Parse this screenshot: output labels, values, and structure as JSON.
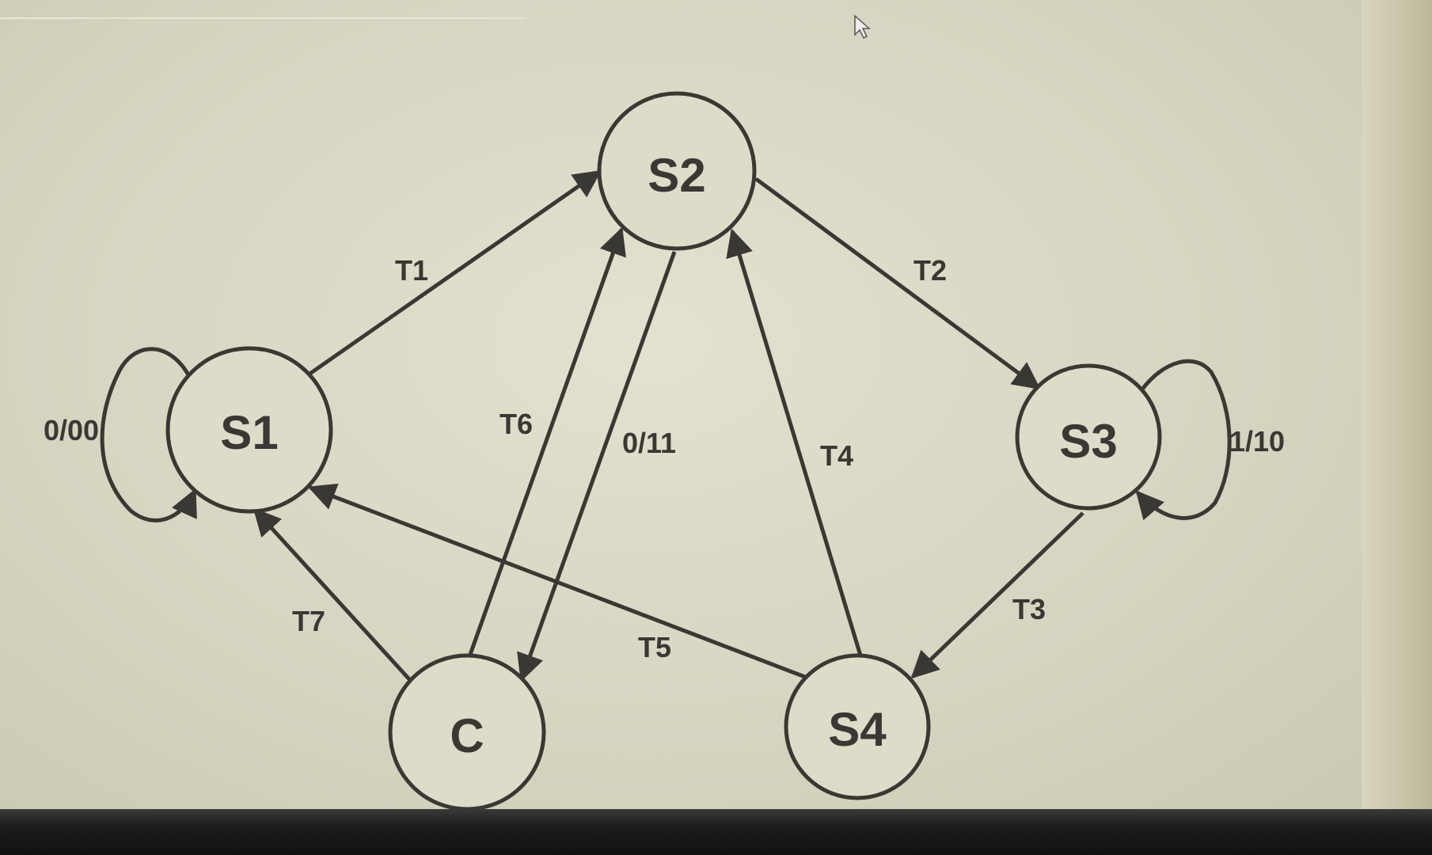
{
  "colors": {
    "ink": "#3a3834",
    "screen": "#dcdac7",
    "bezel": "#1b1b1b"
  },
  "states": {
    "s1": "S1",
    "s2": "S2",
    "s3": "S3",
    "s4": "S4",
    "c": "C"
  },
  "transitions": {
    "t1": "T1",
    "t2": "T2",
    "t3": "T3",
    "t4": "T4",
    "t5": "T5",
    "t6": "T6",
    "t7": "T7",
    "s2_to_c": "0/11",
    "s1_self": "0/00",
    "s3_self": "1/10"
  },
  "icons": {
    "cursor": "mouse-pointer-icon"
  }
}
